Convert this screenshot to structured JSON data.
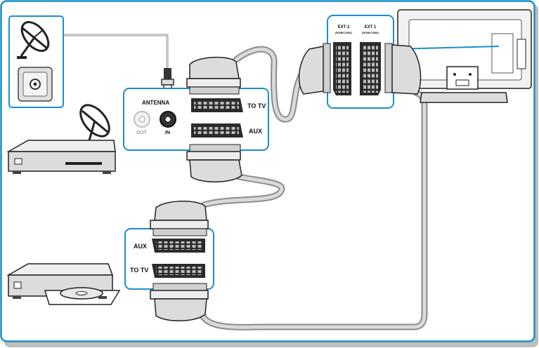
{
  "diagram": {
    "colors": {
      "border": "#1a8fc9",
      "panel_fill": "#ffffff",
      "device_fill": "#dcdcdc",
      "device_dark": "#3a3a3a",
      "cable": "#c8c8c8"
    },
    "receiver_panel": {
      "antenna_label": "ANTENNA",
      "out_label": "OUT",
      "in_label": "IN",
      "to_tv_label": "TO TV",
      "aux_label": "AUX"
    },
    "tv_panel": {
      "ext2_label": "EXT 2",
      "ext2_sub": "(RGB/CVBS)",
      "ext1_label": "EXT 1",
      "ext1_sub": "(RGB/CVBS)"
    },
    "dvd_panel": {
      "aux_label": "AUX",
      "to_tv_label": "TO TV"
    },
    "icons": [
      "satellite-dish-icon",
      "antenna-wall-socket-icon",
      "satellite-receiver-icon",
      "dvd-player-icon",
      "tv-back-icon",
      "scart-plug-icon",
      "coax-plug-icon"
    ]
  }
}
